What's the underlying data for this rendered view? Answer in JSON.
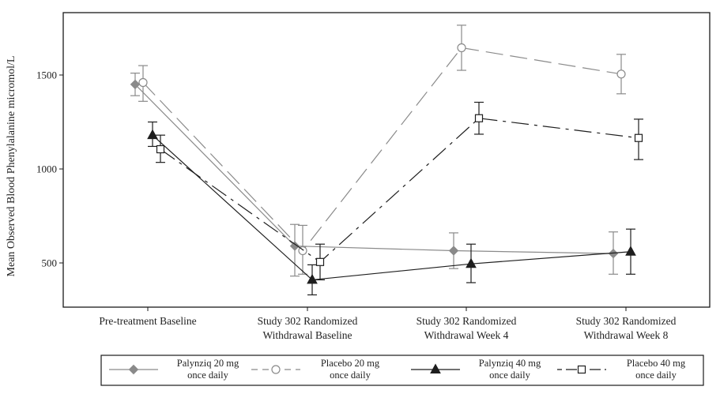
{
  "chart_data": {
    "type": "line",
    "title": "",
    "xlabel": "",
    "ylabel": "Mean Observed Blood Phenylalanine micromol/L",
    "ylim": [
      270,
      1830
    ],
    "yticks": [
      500,
      1000,
      1500
    ],
    "grid": false,
    "legend_position": "bottom",
    "categories": [
      [
        "Pre-treatment Baseline"
      ],
      [
        "Study 302 Randomized",
        "Withdrawal Baseline"
      ],
      [
        "Study 302 Randomized",
        "Withdrawal Week 4"
      ],
      [
        "Study 302 Randomized",
        "Withdrawal Week 8"
      ]
    ],
    "series": [
      {
        "name": "Palynziq 20 mg once daily",
        "legend_lines": [
          "Palynziq 20 mg",
          "once daily"
        ],
        "marker": "diamond",
        "line_style": "solid",
        "color": "#8a8a8a",
        "values": [
          1450,
          590,
          565,
          550
        ],
        "error_low": [
          1390,
          430,
          470,
          440
        ],
        "error_high": [
          1510,
          705,
          660,
          665
        ]
      },
      {
        "name": "Placebo 20 mg once daily",
        "legend_lines": [
          "Placebo 20 mg",
          "once daily"
        ],
        "marker": "open-circle",
        "line_style": "long-dash",
        "color": "#8a8a8a",
        "values": [
          1460,
          565,
          1645,
          1505
        ],
        "error_low": [
          1360,
          440,
          1525,
          1400
        ],
        "error_high": [
          1550,
          700,
          1765,
          1610
        ]
      },
      {
        "name": "Palynziq 40 mg once daily",
        "legend_lines": [
          "Palynziq 40 mg",
          "once daily"
        ],
        "marker": "filled-triangle",
        "line_style": "solid",
        "color": "#1e1e1e",
        "values": [
          1180,
          410,
          495,
          560
        ],
        "error_low": [
          1120,
          330,
          395,
          440
        ],
        "error_high": [
          1250,
          490,
          600,
          680
        ]
      },
      {
        "name": "Placebo 40 mg once daily",
        "legend_lines": [
          "Placebo 40 mg",
          "once daily"
        ],
        "marker": "open-square",
        "line_style": "dash-dot",
        "color": "#1e1e1e",
        "values": [
          1105,
          505,
          1270,
          1165
        ],
        "error_low": [
          1035,
          410,
          1185,
          1050
        ],
        "error_high": [
          1180,
          600,
          1355,
          1265
        ]
      }
    ]
  }
}
